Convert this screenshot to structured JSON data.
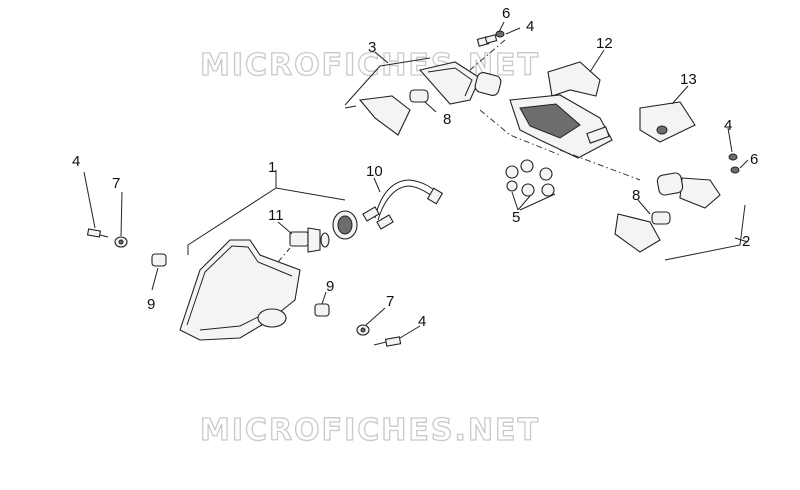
{
  "watermark": {
    "top": "MICROFICHES.NET",
    "bottom": "MICROFICHES.NET"
  },
  "callouts": {
    "c1": "1",
    "c2": "2",
    "c3": "3",
    "c4a": "4",
    "c4b": "4",
    "c4c": "4",
    "c4d": "4",
    "c5": "5",
    "c6a": "6",
    "c6b": "6",
    "c7a": "7",
    "c7b": "7",
    "c8a": "8",
    "c8b": "8",
    "c9a": "9",
    "c9b": "9",
    "c10": "10",
    "c11": "11",
    "c12": "12",
    "c13": "13"
  }
}
